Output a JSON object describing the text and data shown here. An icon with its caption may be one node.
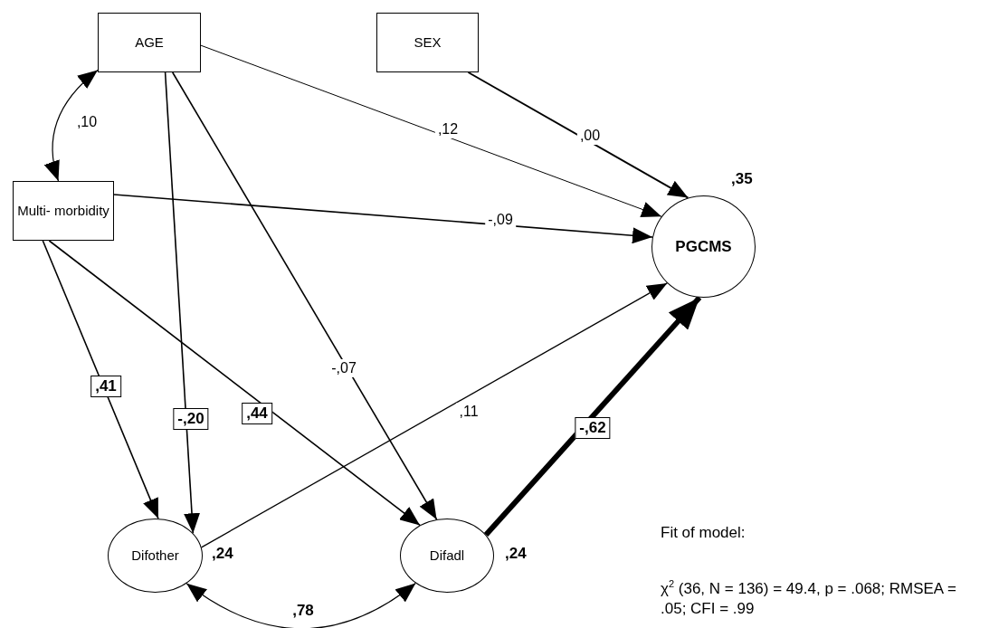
{
  "diagram": {
    "nodes": [
      {
        "text": [
          "AGE"
        ]
      },
      {
        "text": [
          "SEX"
        ]
      },
      {
        "text": [
          "Multi- morbidity"
        ]
      },
      {
        "text": [
          "PGCMS"
        ],
        "beside": [
          ",35"
        ]
      },
      {
        "text": [
          "Difother"
        ],
        "beside": [
          ",24"
        ]
      },
      {
        "text": [
          "Difadl"
        ],
        "beside": [
          ",24"
        ]
      }
    ],
    "edges": [
      {
        "from": 0,
        "to": 2,
        "arrow": "both",
        "label": ",10"
      },
      {
        "from": 0,
        "to": 3,
        "arrow": "to",
        "label": ",12"
      },
      {
        "from": 1,
        "to": 3,
        "arrow": "to",
        "label": ",00"
      },
      {
        "from": 2,
        "to": 3,
        "arrow": "to",
        "label": "-,09"
      },
      {
        "from": 2,
        "to": 4,
        "arrow": "to",
        "label": ",41"
      },
      {
        "from": 0,
        "to": 4,
        "arrow": "to",
        "label": "-,20"
      },
      {
        "from": 2,
        "to": 5,
        "arrow": "to",
        "label": ",44"
      },
      {
        "from": 0,
        "to": 5,
        "arrow": "to",
        "label": "-,07"
      },
      {
        "from": 4,
        "to": 3,
        "arrow": "to",
        "label": ",11"
      },
      {
        "from": 5,
        "to": 3,
        "arrow": "to",
        "label": "-,62",
        "style": "thick"
      },
      {
        "from": 4,
        "to": 5,
        "arrow": "both",
        "label": ",78"
      }
    ],
    "labels": [
      "Fit of model:",
      "χ$^{2}$ (36, N = 136) = 49.4, p = .068; RMSEA = .05; CFI = .99"
    ]
  }
}
